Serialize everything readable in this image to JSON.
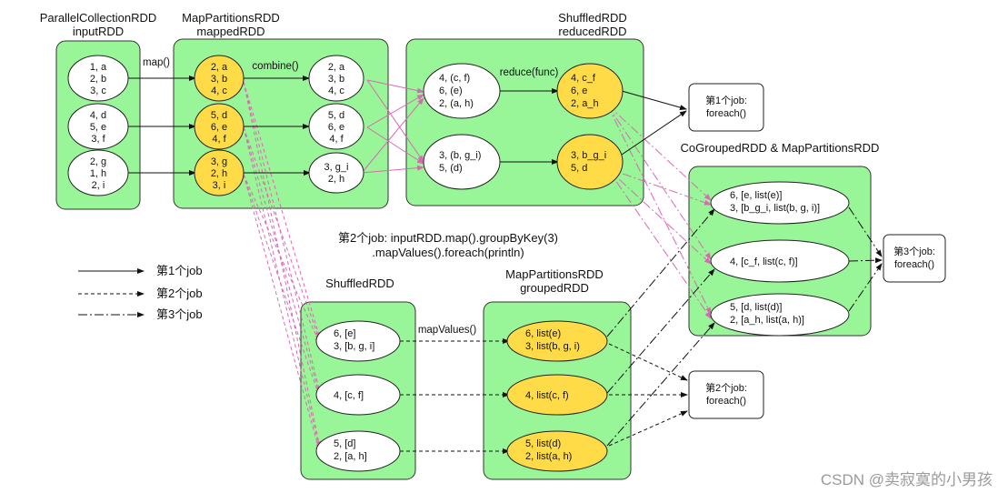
{
  "groups": {
    "input": {
      "title1": "ParallelCollectionRDD",
      "title2": "inputRDD"
    },
    "mapped": {
      "title1": "MapPartitionsRDD",
      "title2": "mappedRDD"
    },
    "reduced": {
      "title1": "ShuffledRDD",
      "title2": "reducedRDD"
    },
    "shuffled2": {
      "title1": "ShuffledRDD"
    },
    "grouped": {
      "title1": "MapPartitionsRDD",
      "title2": "groupedRDD"
    },
    "cogrouped": {
      "title1": "CoGroupedRDD & MapPartitionsRDD"
    }
  },
  "input_parts": [
    [
      "1, a",
      "2, b",
      "3, c"
    ],
    [
      "4, d",
      "5, e",
      "3, f"
    ],
    [
      "2, g",
      "1, h",
      "2, i"
    ]
  ],
  "mapped_parts": [
    [
      "2, a",
      "3, b",
      "4, c"
    ],
    [
      "5, d",
      "6, e",
      "4, f"
    ],
    [
      "3, g",
      "2, h",
      "3, i"
    ]
  ],
  "combined_parts": [
    [
      "2, a",
      "3, b",
      "4, c"
    ],
    [
      "5, d",
      "6, e",
      "4, f"
    ],
    [
      "3, g_i",
      "2, h"
    ]
  ],
  "reduce_in": [
    [
      "4, (c, f)",
      "6, (e)",
      "2, (a, h)"
    ],
    [
      "3, (b, g_i)",
      "5, (d)"
    ]
  ],
  "reduce_out": [
    [
      "4, c_f",
      "6, e",
      "2, a_h"
    ],
    [
      "3, b_g_i",
      "5, d"
    ]
  ],
  "shuffled_parts": [
    [
      "6, [e]",
      "3, [b, g, i]"
    ],
    [
      "4, [c, f]"
    ],
    [
      "5, [d]",
      "2, [a, h]"
    ]
  ],
  "grouped_parts": [
    [
      "6, list(e)",
      "3, list(b, g, i)"
    ],
    [
      "4, list(c, f)"
    ],
    [
      "5, list(d)",
      "2, list(a, h)"
    ]
  ],
  "cogroup_parts": [
    [
      "6, [e, list(e)]",
      "3, [b_g_i, list(b, g, i)]"
    ],
    [
      "4, [c_f, list(c, f)]"
    ],
    [
      "5, [d, list(d)]",
      "2, [a_h, list(a, h)]"
    ]
  ],
  "ops": {
    "map": "map()",
    "combine": "combine()",
    "reduce": "reduce(func)",
    "mapValues": "mapValues()"
  },
  "jobs": {
    "job1": [
      "第1个job:",
      "foreach()"
    ],
    "job2": [
      "第2个job:",
      "foreach()"
    ],
    "job3": [
      "第3个job:",
      "foreach()"
    ]
  },
  "code_lines": [
    "第2个job: inputRDD.map().groupByKey(3)",
    ".mapValues().foreach(println)"
  ],
  "legend": [
    "第1个job",
    "第2个job",
    "第3个job"
  ],
  "watermark": "CSDN @卖寂寞的小男孩",
  "colors": {
    "box": "#98f598",
    "highlight": "#ffdc47",
    "shuffle_line": "#d86ab4"
  }
}
